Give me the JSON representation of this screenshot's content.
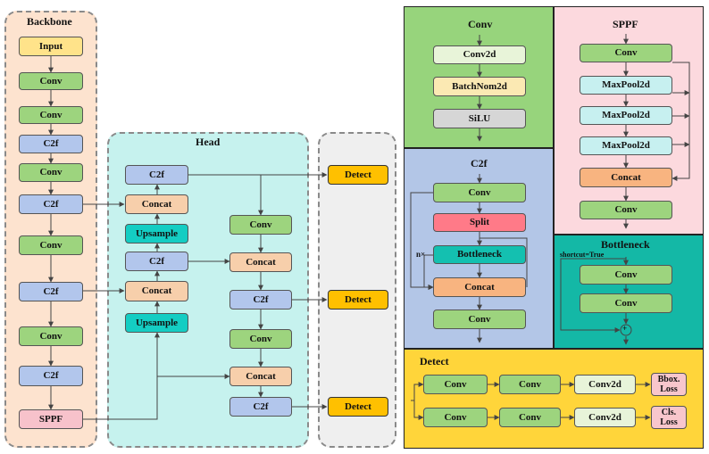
{
  "backbone": {
    "title": "Backbone",
    "blocks": [
      "Input",
      "Conv",
      "Conv",
      "C2f",
      "Conv",
      "C2f",
      "Conv",
      "C2f",
      "Conv",
      "C2f",
      "SPPF"
    ]
  },
  "head": {
    "title": "Head",
    "left_column": [
      "C2f",
      "Concat",
      "Upsample",
      "C2f",
      "Concat",
      "Upsample"
    ],
    "right_column": [
      "Conv",
      "Concat",
      "C2f",
      "Conv",
      "Concat",
      "C2f"
    ]
  },
  "detect_outputs": [
    "Detect",
    "Detect",
    "Detect"
  ],
  "conv_module": {
    "title": "Conv",
    "blocks": [
      "Conv2d",
      "BatchNom2d",
      "SiLU"
    ]
  },
  "sppf_module": {
    "title": "SPPF",
    "blocks": [
      "Conv",
      "MaxPool2d",
      "MaxPool2d",
      "MaxPool2d",
      "Concat",
      "Conv"
    ]
  },
  "c2f_module": {
    "title": "C2f",
    "blocks": [
      "Conv",
      "Split",
      "Bottleneck",
      "Concat",
      "Conv"
    ],
    "repeat_label": "n×"
  },
  "bottleneck_module": {
    "title": "Bottleneck",
    "shortcut_label": "shortcut=True",
    "blocks": [
      "Conv",
      "Conv"
    ],
    "add_symbol": "+"
  },
  "detect_module": {
    "title": "Detect",
    "row1": [
      "Conv",
      "Conv",
      "Conv2d",
      "Bbox.\nLoss"
    ],
    "row2": [
      "Conv",
      "Conv",
      "Conv2d",
      "Cls.\nLoss"
    ]
  },
  "colors": {
    "conv": "#9dd47e",
    "c2f": "#b2c6ec",
    "concat": "#f7cfab",
    "upsample": "#14cdc3",
    "input": "#ffe38a",
    "sppf": "#f7c2cb",
    "detect": "#ffc000",
    "conv_panel": "#97d47c",
    "sppf_panel": "#fcd9de",
    "c2f_panel": "#b3c6e7",
    "bottleneck_panel": "#14b8a6",
    "detect_panel": "#ffd53a"
  }
}
